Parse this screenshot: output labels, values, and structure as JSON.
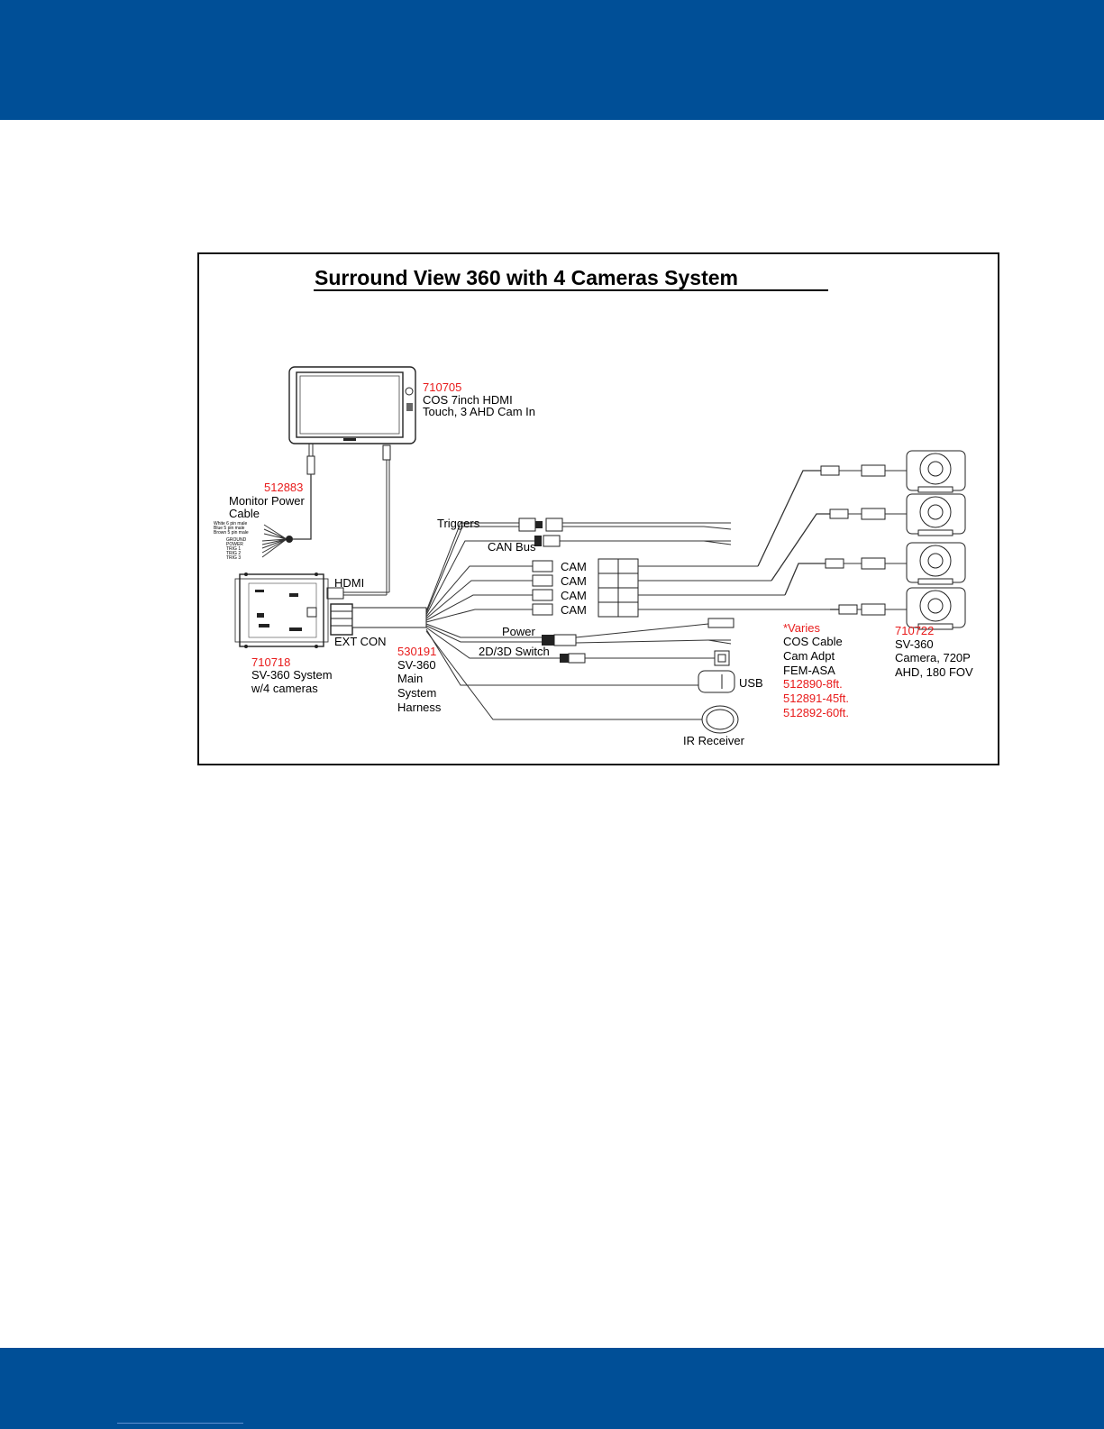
{
  "diagram": {
    "title": "Surround View 360 with 4 Cameras System",
    "monitor": {
      "part": "710705",
      "line1": "COS 7inch HDMI",
      "line2": "Touch, 3 AHD Cam In"
    },
    "power_cable": {
      "part": "512883",
      "line1": "Monitor Power",
      "line2": "Cable",
      "wire_labels": [
        "White 6 pin male",
        "Blue 5 pin male",
        "Brown 5 pin male",
        "GROUND",
        "POWER",
        "TRIG 1",
        "TRIG 2",
        "TRIG 3"
      ]
    },
    "hdmi_label": "HDMI",
    "ext_con_label": "EXT CON",
    "system_box": {
      "part": "710718",
      "line1": "SV-360 System",
      "line2": "w/4 cameras"
    },
    "harness": {
      "part": "530191",
      "line1": "SV-360",
      "line2": "Main",
      "line3": "System",
      "line4": "Harness"
    },
    "branches": {
      "triggers": "Triggers",
      "can_bus": "CAN Bus",
      "cam": [
        "CAM",
        "CAM",
        "CAM",
        "CAM"
      ],
      "power": "Power",
      "switch": "2D/3D Switch",
      "usb": "USB",
      "ir": "IR Receiver"
    },
    "cable": {
      "varies": "*Varies",
      "line1": "COS Cable",
      "line2": "Cam Adpt",
      "line3": "FEM-ASA",
      "opt1": "512890-8ft.",
      "opt2": "512891-45ft.",
      "opt3": "512892-60ft."
    },
    "camera": {
      "part": "710722",
      "line1": "SV-360",
      "line2": "Camera, 720P",
      "line3": "AHD, 180 FOV"
    }
  },
  "colors": {
    "band": "#004f97",
    "part_number": "#e81b1b"
  }
}
